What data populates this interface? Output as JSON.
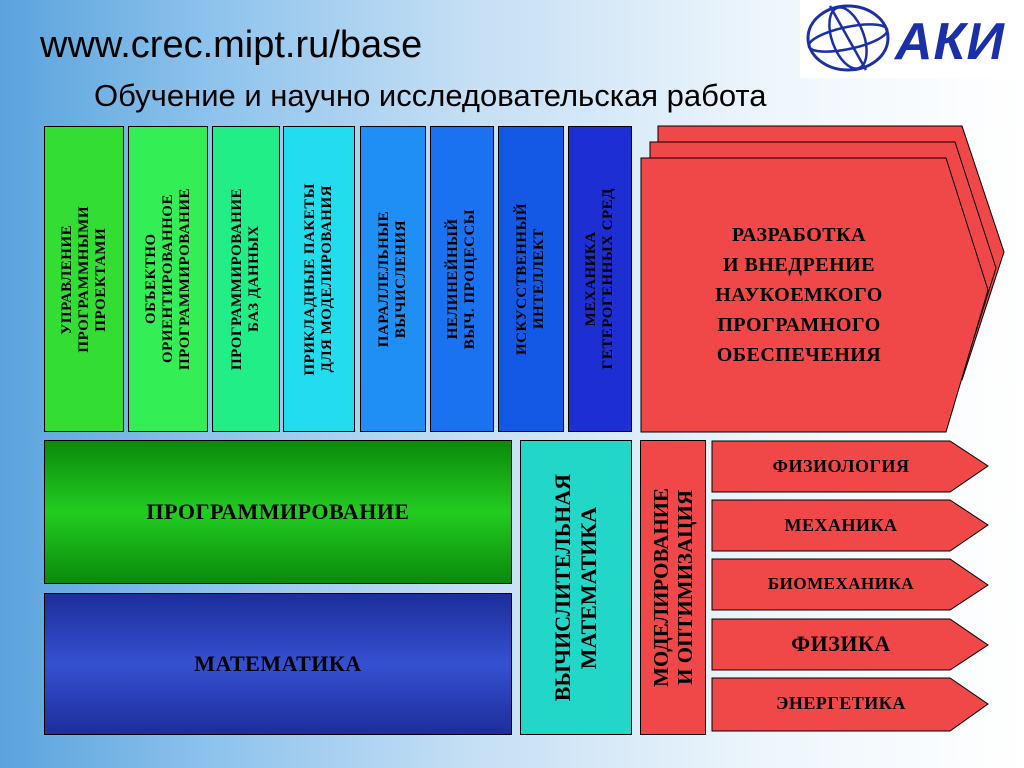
{
  "header": {
    "url": "www.crec.mipt.ru/base",
    "subtitle": "Обучение и научно исследовательская работа",
    "logo_text": "АКИ"
  },
  "columns": [
    {
      "label": "УПРАВЛЕНИЕ\nПРОГРАММНЫМИ\nПРОЕКТАМИ",
      "color": "#33dd33"
    },
    {
      "label": "ОБЪЕКТНО\nОРИЕНТИРОВАННОЕ\nПРОГРАММИРОВАНИЕ",
      "color": "#33ee55"
    },
    {
      "label": "ПРОГРАММИРОВАНИЕ\nБАЗ ДАННЫХ",
      "color": "#22ee88"
    },
    {
      "label": "ПРИКЛАДНЫЕ ПАКЕТЫ\nДЛЯ МОДЕЛИРОВАНИЯ",
      "color": "#22ddee"
    },
    {
      "label": "ПАРАЛЛЕЛЬНЫЕ\nВЫЧИСЛЕНИЯ",
      "color": "#1f8ff5"
    },
    {
      "label": "НЕЛИНЕЙНЫЙ\nВЫЧ. ПРОЦЕССЫ",
      "color": "#1a72f0"
    },
    {
      "label": "ИСКУССТВЕННЫЙ\nИНТЕЛЛЕКТ",
      "color": "#1459e6"
    },
    {
      "label": "МЕХАНИКА\nГЕТЕРОГЕННЫХ СРЕД",
      "color": "#1d2fd2"
    }
  ],
  "development": {
    "label": "РАЗРАБОТКА\nИ ВНЕДРЕНИЕ\nНАУКОЕМКОГО\nПРОГРАМНОГО\nОБЕСПЕЧЕНИЯ",
    "color": "#f04848"
  },
  "programming": {
    "label": "ПРОГРАММИРОВАНИЕ",
    "color": "#1fa61f"
  },
  "mathematics": {
    "label": "МАТЕМАТИКА",
    "color": "#2a3fb8"
  },
  "computational_math": {
    "label": "ВЫЧИСЛИТЕЛЬНАЯ\nМАТЕМАТИКА",
    "color": "#22d6c8"
  },
  "modeling": {
    "label": "МОДЕЛИРОВАНИЕ\nИ ОПТИМИЗАЦИЯ",
    "color": "#f04848"
  },
  "applications": [
    {
      "label": "ФИЗИОЛОГИЯ"
    },
    {
      "label": "МЕХАНИКА"
    },
    {
      "label": "БИОМЕХАНИКА"
    },
    {
      "label": "ФИЗИКА"
    },
    {
      "label": "ЭНЕРГЕТИКА"
    }
  ]
}
